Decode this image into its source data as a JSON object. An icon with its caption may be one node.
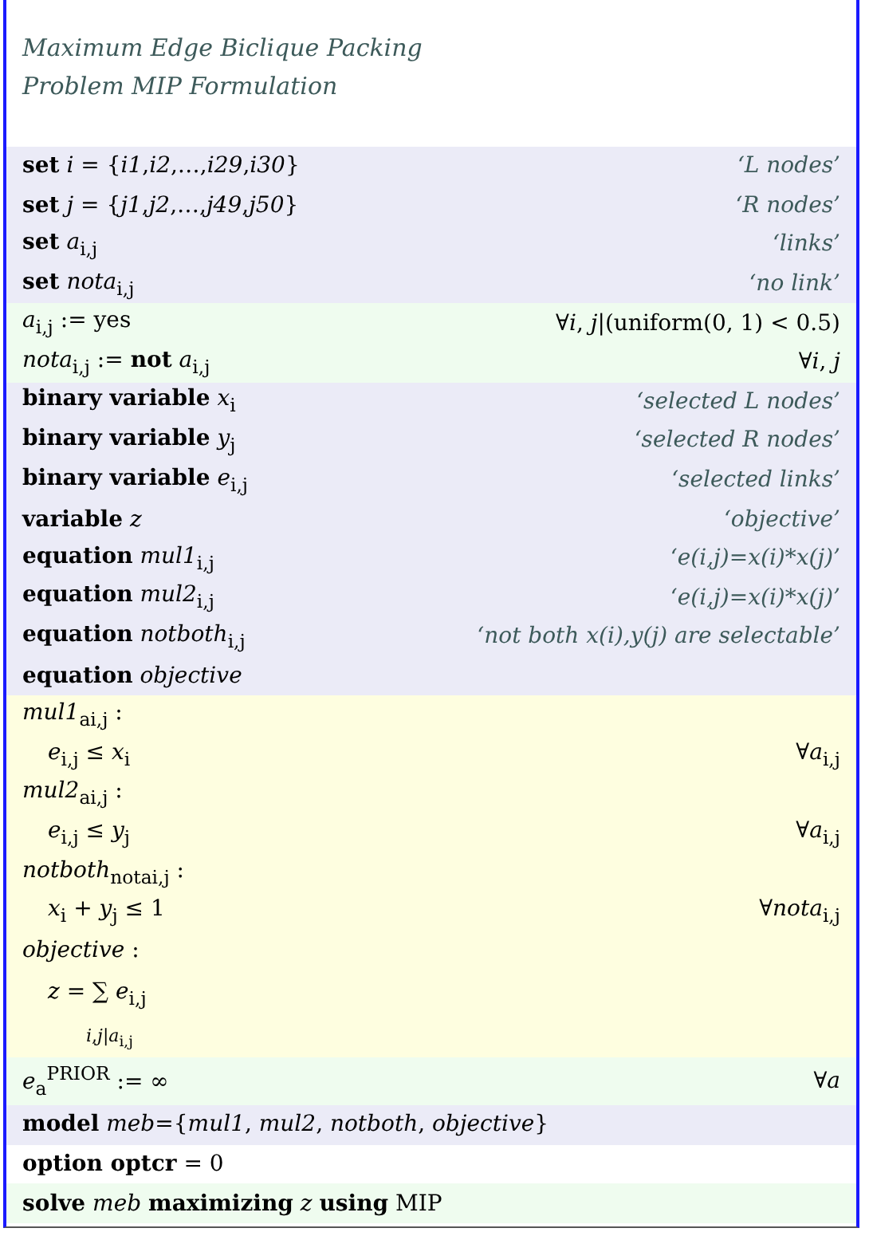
{
  "diagram": {
    "title": "Maximum Edge Biclique Packing Problem MIP Formulation",
    "labels": [
      "**set** *i* = {*i1*,*i2*,…,*i29*,*i30*}",
      "‘L nodes’",
      "**set** *j* = {*j1*,*j2*,…,*j49*,*j50*}",
      "‘R nodes’",
      "**set** *a*$_{i,j}$",
      "‘links’",
      "**set** *nota*$_{i,j}$",
      "‘no link’",
      "*a*$_{i,j}$ := yes",
      "∀*i*, *j*|(uniform(0, 1) < 0.5)",
      "*nota*$_{i,j}$ := **not** *a*$_{i,j}$",
      "∀*i*, *j*",
      "**binary variable** *x*$_{i}$",
      "‘selected L nodes’",
      "**binary variable** *y*$_{j}$",
      "‘selected R nodes’",
      "**binary variable** *e*$_{i,j}$",
      "‘selected links’",
      "**variable** *z*",
      "‘objective’",
      "**equation** *mul1*$_{i,j}$",
      "‘e(i,j)=x(i)*x(j)’",
      "**equation** *mul2*$_{i,j}$",
      "‘e(i,j)=x(i)*x(j)’",
      "**equation** *notboth*$_{i,j}$",
      "‘not both x(i),y(j) are selectable’",
      "**equation** *objective*",
      "*mul1*$_{ai,j}$ :",
      "*e*$_{i,j}$ ≤ *x*$_{i}$",
      "∀*a*$_{i,j}$",
      "*mul2*$_{ai,j}$ :",
      "*e*$_{i,j}$ ≤ *y*$_{j}$",
      "∀*a*$_{i,j}$",
      "*notboth*$_{notai,j}$ :",
      "*x*$_{i}$ + *y*$_{j}$ ≤ 1",
      "∀*nota*$_{i,j}$",
      "*objective* :",
      "*z* = ∑ *e*$_{i,j}$",
      "*i*,*j*|*a*$_{i,j}$",
      "*e*$_{a}$$^{PRIOR}$ := ∞",
      "∀*a*",
      "**model** *meb*={*mul1*, *mul2*, *notboth*, *objective*}",
      "**option optcr** = 0",
      "**solve** *meb* **maximizing** *z* **using** MIP"
    ]
  }
}
